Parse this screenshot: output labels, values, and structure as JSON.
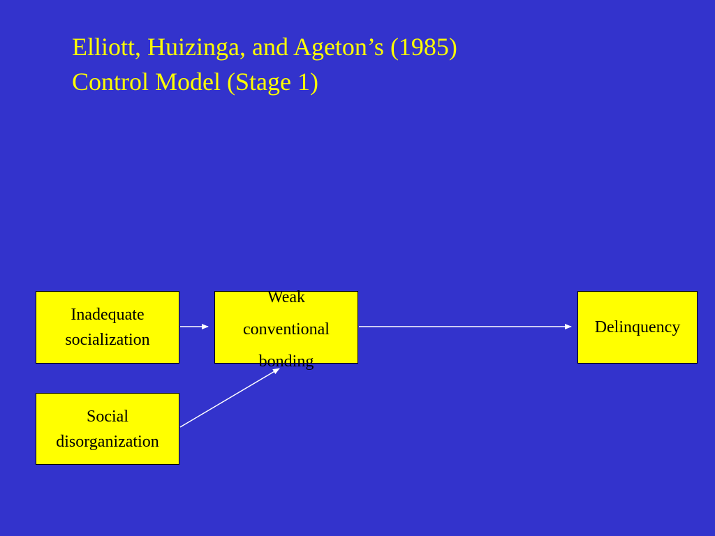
{
  "title": {
    "line1": "Elliott, Huizinga, and Ageton’s (1985)",
    "line2": "Control Model (Stage 1)"
  },
  "nodes": {
    "inadequate_socialization": {
      "line1": "Inadequate",
      "line2": "socialization"
    },
    "social_disorganization": {
      "line1": "Social",
      "line2": "disorganization"
    },
    "weak_conventional_bonding": {
      "line1": "Weak",
      "line2": "conventional",
      "line3": "bonding"
    },
    "delinquency": {
      "line1": "Delinquency"
    }
  },
  "edges": [
    {
      "from": "inadequate_socialization",
      "to": "weak_conventional_bonding"
    },
    {
      "from": "social_disorganization",
      "to": "weak_conventional_bonding"
    },
    {
      "from": "weak_conventional_bonding",
      "to": "delinquency"
    }
  ],
  "colors": {
    "background": "#3333CC",
    "title_text": "#FFFF00",
    "box_fill": "#FFFF00",
    "box_border": "#000000",
    "arrow": "#FFFFFF"
  }
}
